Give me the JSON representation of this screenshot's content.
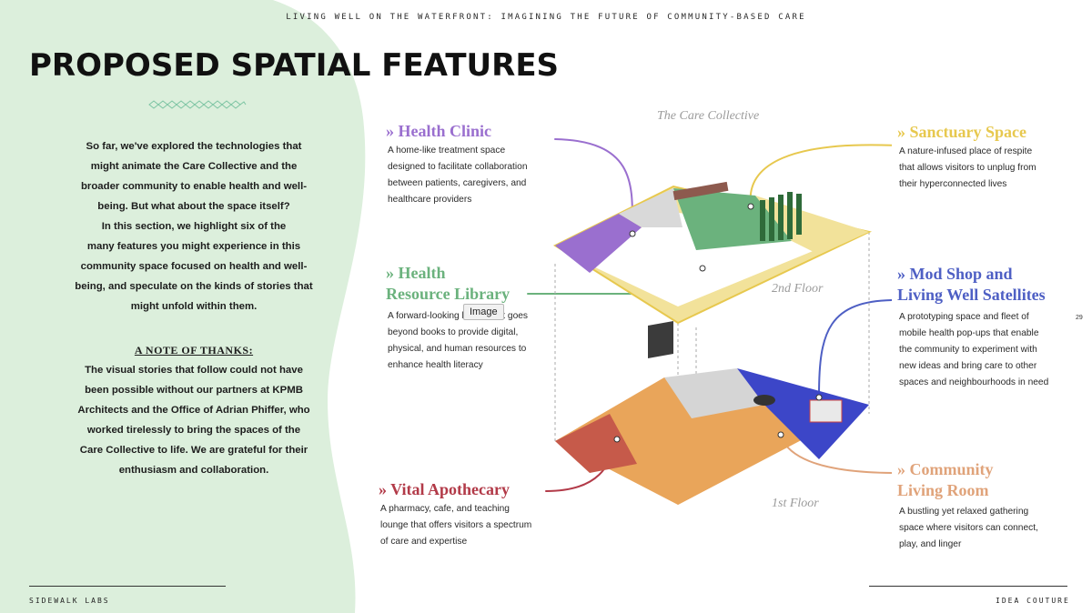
{
  "header": {
    "text": "LIVING WELL ON THE WATERFRONT: IMAGINING THE FUTURE OF COMMUNITY-BASED CARE"
  },
  "title": "PROPOSED SPATIAL FEATURES",
  "intro": {
    "lines": [
      "So far, we've explored the technologies that",
      "might animate the Care Collective and the",
      "broader community to enable health and well-",
      "being. But what about the space itself?",
      "In this section, we highlight six of the",
      "many features you might experience in this",
      "community space focused on health and well-",
      "being, and speculate on the kinds of stories that",
      "might unfold within them."
    ]
  },
  "thanks": {
    "heading": "A NOTE OF THANKS:",
    "lines": [
      "The visual stories that follow could not have",
      "been possible without our partners at KPMB",
      "Architects and the Office of Adrian Phiffer, who",
      "worked tirelessly to bring the spaces of the",
      "Care Collective to life. We are grateful for their",
      "enthusiasm and collaboration."
    ]
  },
  "diagram": {
    "top_label": "The Care Collective",
    "floor2_label": "2nd Floor",
    "floor1_label": "1st Floor"
  },
  "features": {
    "health_clinic": {
      "title": "» Health Clinic",
      "desc": [
        "A home-like treatment space",
        "designed to facilitate collaboration",
        "between patients, caregivers, and",
        "healthcare providers"
      ]
    },
    "resource_library": {
      "title": [
        "» Health",
        "Resource Library"
      ],
      "desc": [
        "A forward-looking library that goes",
        "beyond books to provide digital,",
        "physical, and human resources to",
        "enhance health literacy"
      ]
    },
    "vital_apothecary": {
      "title": "» Vital Apothecary",
      "desc": [
        "A pharmacy, cafe, and teaching",
        "lounge that offers visitors a spectrum",
        "of care and expertise"
      ]
    },
    "sanctuary_space": {
      "title": "» Sanctuary Space",
      "desc": [
        "A nature-infused place of respite",
        "that allows visitors to unplug from",
        "their hyperconnected lives"
      ]
    },
    "mod_shop": {
      "title": [
        "» Mod Shop and",
        "Living Well Satellites"
      ],
      "desc": [
        "A prototyping space and fleet of",
        "mobile health pop-ups that enable",
        "the community to experiment with",
        "new ideas and bring care to other",
        "spaces and neighbourhoods in need"
      ]
    },
    "community_room": {
      "title": [
        "» Community",
        "Living Room"
      ],
      "desc": [
        "A bustling yet relaxed gathering",
        "space where visitors can connect,",
        "play, and linger"
      ]
    }
  },
  "tooltip": "Image",
  "page_number": "29",
  "footer": {
    "left": "SIDEWALK LABS",
    "right": "IDEA COUTURE"
  },
  "colors": {
    "green_bg": "#dcefdc",
    "purple": "#9a6fcf",
    "green": "#6bb27d",
    "red": "#b23a48",
    "yellow": "#e7c84e",
    "blue": "#4e5fc4",
    "salmon": "#e0a37a",
    "orange": "#e9a55a"
  }
}
